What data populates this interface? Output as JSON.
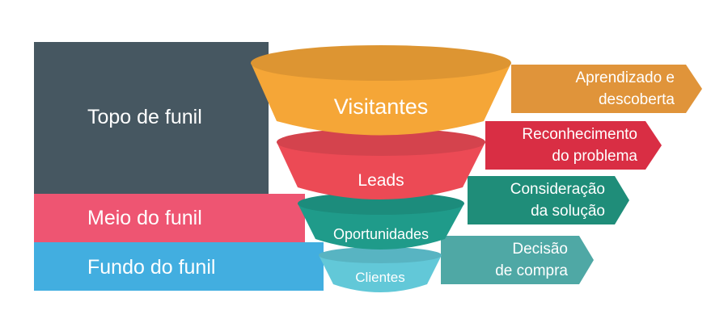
{
  "colors": {
    "topo": "#465761",
    "meio": "#ee5572",
    "fundo": "#42aee0",
    "visitantes": "#f5a637",
    "leads": "#ec4a55",
    "oportunidades": "#1f9b8a",
    "clientes": "#62c8d8",
    "arrow_aprendizado": "#e0943a",
    "arrow_reconhecimento": "#d92e44",
    "arrow_consideracao": "#1f8d79",
    "arrow_decisao": "#4fa8a5"
  },
  "bands": {
    "topo": "Topo de funil",
    "meio": "Meio do funil",
    "fundo": "Fundo do funil"
  },
  "funnel": {
    "visitantes": "Visitantes",
    "leads": "Leads",
    "oportunidades": "Oportunidades",
    "clientes": "Clientes"
  },
  "arrows": {
    "aprendizado": {
      "line1": "Aprendizado e",
      "line2": "descoberta"
    },
    "reconhecimento": {
      "line1": "Reconhecimento",
      "line2": "do problema"
    },
    "consideracao": {
      "line1": "Consideração",
      "line2": "da solução"
    },
    "decisao": {
      "line1": "Decisão",
      "line2": "de compra"
    }
  }
}
